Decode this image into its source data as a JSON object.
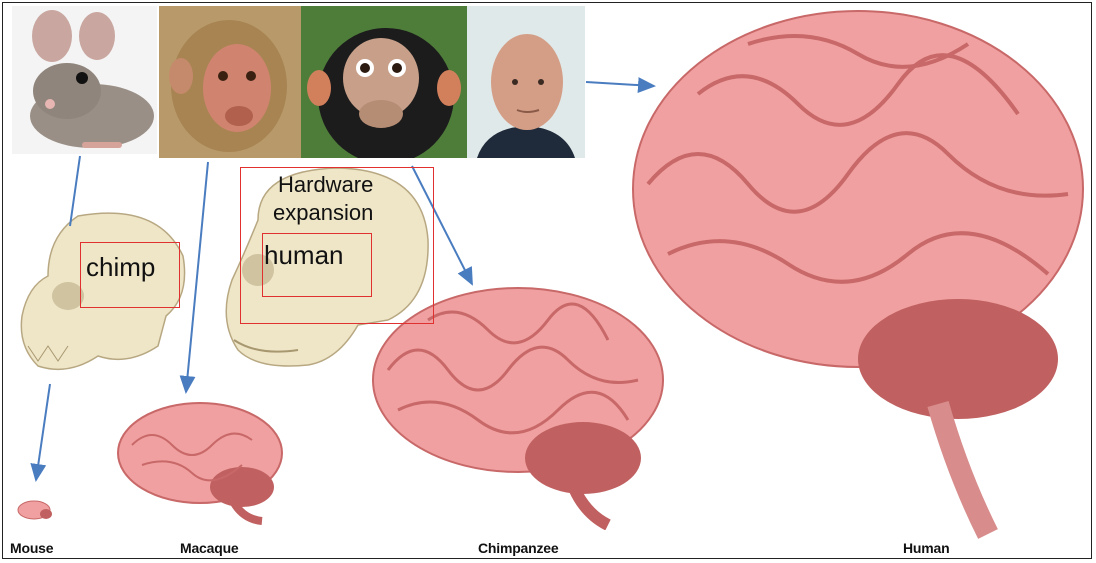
{
  "species": {
    "mouse": "Mouse",
    "macaque": "Macaque",
    "chimpanzee": "Chimpanzee",
    "human": "Human"
  },
  "annotations": {
    "chimp_box": "chimp",
    "human_box": "human",
    "hardware_line1": "Hardware",
    "hardware_line2": "expansion"
  },
  "photos": [
    "mouse-photo",
    "macaque-photo",
    "chimpanzee-photo",
    "human-photo"
  ],
  "colors": {
    "brain_fill": "#f0a0a0",
    "brain_fold": "#c86868",
    "cerebellum": "#c06060",
    "skull": "#efe6c8",
    "arrow": "#4a7cc0",
    "box": "#e03030"
  }
}
